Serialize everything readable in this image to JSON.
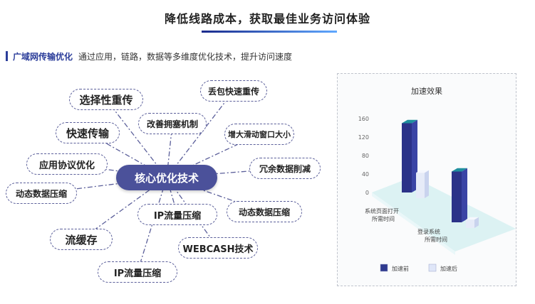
{
  "header": {
    "title": "降低线路成本，获取最佳业务访问体验"
  },
  "subtitle": {
    "heading": "广域网传输优化",
    "text": "通过应用，链路，数据等多维度优化技术，提升访问速度"
  },
  "mindmap": {
    "center": "核心优化技术",
    "nodes": [
      {
        "id": "selective-retransmit",
        "label": "选择性重传"
      },
      {
        "id": "fast-transmit",
        "label": "快速传输"
      },
      {
        "id": "protocol-optimize",
        "label": "应用协议优化"
      },
      {
        "id": "dynamic-compress-left",
        "label": "动态数据压缩"
      },
      {
        "id": "stream-cache",
        "label": "流缓存"
      },
      {
        "id": "ip-compress-bottom",
        "label": "IP流量压缩"
      },
      {
        "id": "ip-compress-mid",
        "label": "IP流量压缩"
      },
      {
        "id": "webcash",
        "label": "WEBCASH技术"
      },
      {
        "id": "dynamic-compress-right",
        "label": "动态数据压缩"
      },
      {
        "id": "redundant-reduce",
        "label": "冗余数据削减"
      },
      {
        "id": "window-enlarge",
        "label": "增大滑动窗口大小"
      },
      {
        "id": "loss-retransmit",
        "label": "丢包快速重传"
      },
      {
        "id": "congestion",
        "label": "改善拥塞机制"
      }
    ]
  },
  "chart_data": {
    "type": "bar",
    "title": "加速效果",
    "categories": [
      "系统页面打开\n所需时间",
      "登录系统\n所需时间"
    ],
    "series": [
      {
        "name": "加速前",
        "values": [
          150,
          110
        ],
        "color": "#2f3a8f"
      },
      {
        "name": "加速后",
        "values": [
          55,
          18
        ],
        "color": "#dfe6f8"
      }
    ],
    "yticks": [
      0,
      40,
      80,
      120,
      160
    ],
    "ylim": [
      0,
      170
    ],
    "grid": false,
    "legend": "bottom",
    "colors": {
      "floor": "#cfeef0"
    }
  }
}
